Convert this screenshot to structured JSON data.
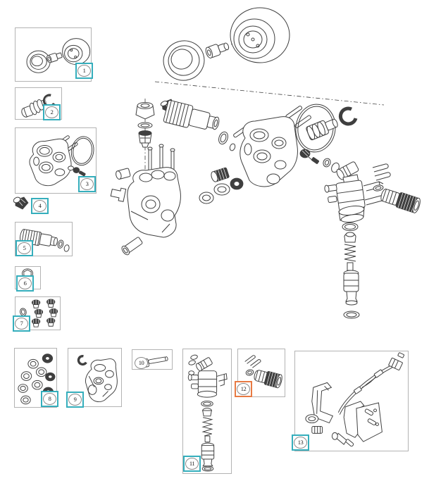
{
  "diagram": {
    "colors": {
      "accent": "#35aebc",
      "highlight": "#e87a43",
      "line": "#3f3f3f",
      "box_border": "#b3b3b3",
      "background": "#ffffff"
    },
    "callouts": [
      {
        "label": "1",
        "highlighted": false
      },
      {
        "label": "2",
        "highlighted": false
      },
      {
        "label": "3",
        "highlighted": false
      },
      {
        "label": "4",
        "highlighted": false
      },
      {
        "label": "5",
        "highlighted": false
      },
      {
        "label": "6",
        "highlighted": false
      },
      {
        "label": "7",
        "highlighted": false
      },
      {
        "label": "8",
        "highlighted": false
      },
      {
        "label": "9",
        "highlighted": false
      },
      {
        "label": "10",
        "highlighted": false
      },
      {
        "label": "11",
        "highlighted": false
      },
      {
        "label": "12",
        "highlighted": true
      },
      {
        "label": "13",
        "highlighted": false
      }
    ]
  }
}
